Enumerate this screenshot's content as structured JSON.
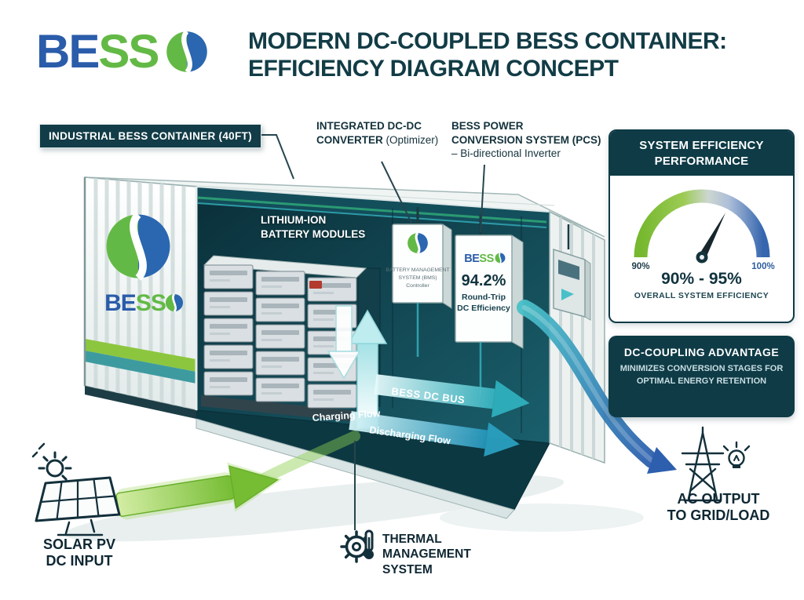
{
  "header": {
    "logo": {
      "part1": "BE",
      "part2": "SS"
    },
    "title_line1": "MODERN DC-COUPLED BESS CONTAINER:",
    "title_line2": "EFFICIENCY DIAGRAM CONCEPT"
  },
  "callouts": {
    "container": "INDUSTRIAL BESS CONTAINER (40FT)",
    "dcdc_line1": "INTEGRATED DC-DC",
    "dcdc_line2_bold": "CONVERTER",
    "dcdc_line2_light": " (Optimizer)",
    "pcs_line1": "BESS POWER",
    "pcs_line2": "CONVERSION SYSTEM (PCS)",
    "pcs_line3": "– Bi-directional Inverter",
    "battery_line1": "LITHIUM-ION",
    "battery_line2": "BATTERY MODULES"
  },
  "equipment": {
    "bms_line1": "BATTERY MANAGEMENT",
    "bms_line2": "SYSTEM (BMS)",
    "bms_line3": "Controller",
    "pcs_value": "94.2%",
    "pcs_caption1": "Round-Trip",
    "pcs_caption2": "DC Efficiency"
  },
  "flows": {
    "dc_bus": "BESS DC BUS",
    "charging": "Charging Flow",
    "discharging": "Discharging Flow"
  },
  "efficiency_panel": {
    "title_line1": "SYSTEM EFFICIENCY",
    "title_line2": "PERFORMANCE",
    "gauge_min": "90%",
    "gauge_max": "100%",
    "range": "90% - 95%",
    "caption": "OVERALL SYSTEM EFFICIENCY"
  },
  "advantage_panel": {
    "title": "DC-COUPLING ADVANTAGE",
    "body": "MINIMIZES CONVERSION STAGES FOR OPTIMAL ENERGY RETENTION"
  },
  "endpoints": {
    "solar_line1": "SOLAR PV",
    "solar_line2": "DC INPUT",
    "thermal_line1": "THERMAL",
    "thermal_line2": "MANAGEMENT",
    "thermal_line3": "SYSTEM",
    "ac_line1": "AC OUTPUT",
    "ac_line2": "TO GRID/LOAD"
  },
  "colors": {
    "dark_teal": "#0e3b46",
    "brand_blue": "#2a5caa",
    "brand_green": "#63b945",
    "flow_teal": "#2fb0bd",
    "flow_blue": "#2d5fae",
    "flow_green": "#76bd34"
  }
}
